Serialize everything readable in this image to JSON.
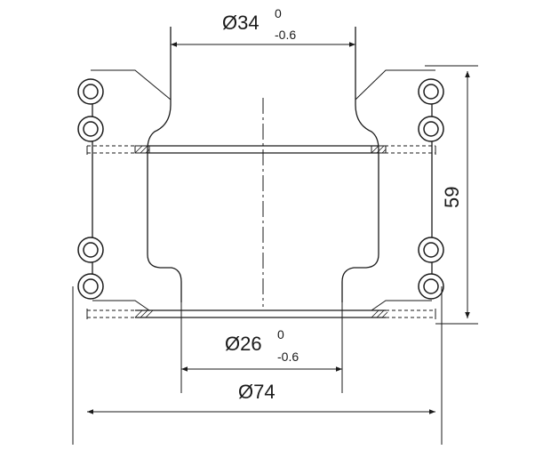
{
  "dimensions": {
    "top_diameter": {
      "symbol": "Ø",
      "value": "34",
      "upper_tol": "0",
      "lower_tol": "-0.6"
    },
    "bottom_diameter": {
      "symbol": "Ø",
      "value": "26",
      "upper_tol": "0",
      "lower_tol": "-0.6"
    },
    "outer_diameter": {
      "symbol": "Ø",
      "value": "74"
    },
    "height": {
      "value": "59"
    }
  }
}
